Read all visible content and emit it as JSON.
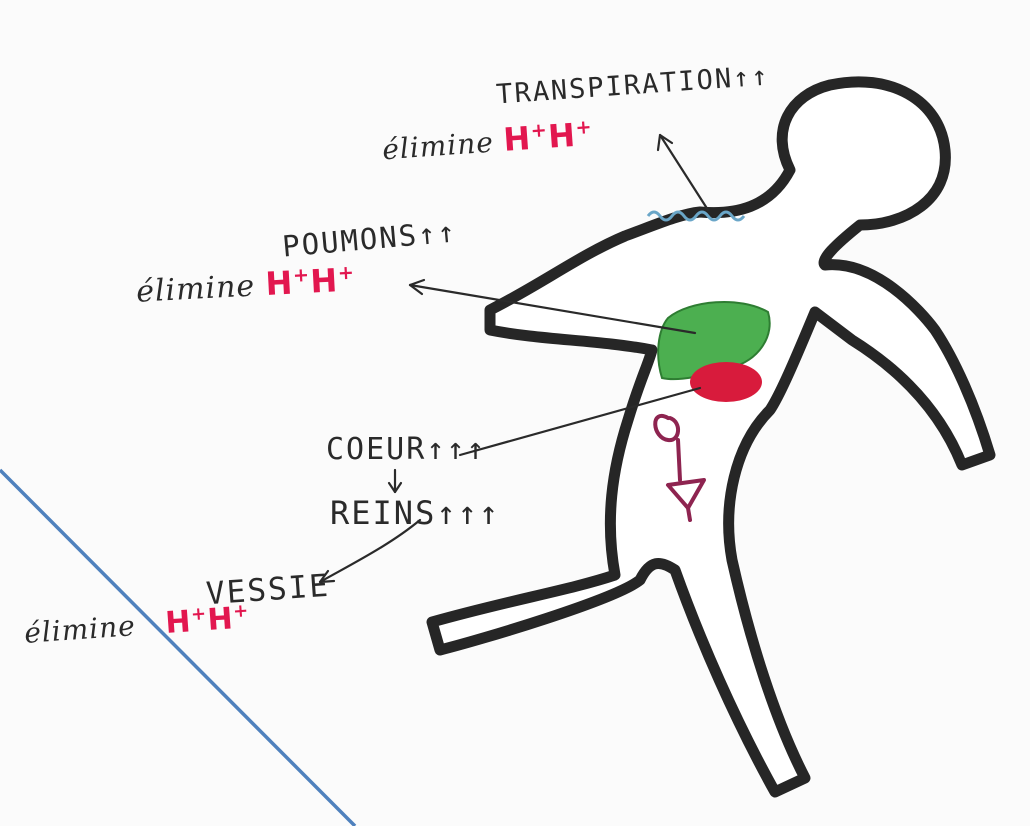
{
  "labels": {
    "transpiration": "TRANSPIRATION",
    "transpiration_arrows": "↑↑",
    "transpiration_verb": "élimine",
    "poumons": "POUMONS",
    "poumons_arrows": "↑↑",
    "poumons_verb": "élimine",
    "coeur": "COEUR",
    "coeur_arrows": "↑↑↑",
    "reins": "REINS",
    "reins_arrows": "↑↑↑",
    "vessie": "VESSIE",
    "vessie_verb": "élimine",
    "ion_symbol": "H",
    "ion_charge": "+"
  },
  "colors": {
    "body_outline": "#262626",
    "lungs": "#4caf50",
    "heart": "#d81b3c",
    "kidney": "#8e2450",
    "ions": "#e2174f",
    "sweat": "#6aa6c8",
    "annotation_line": "#4f81bd"
  }
}
